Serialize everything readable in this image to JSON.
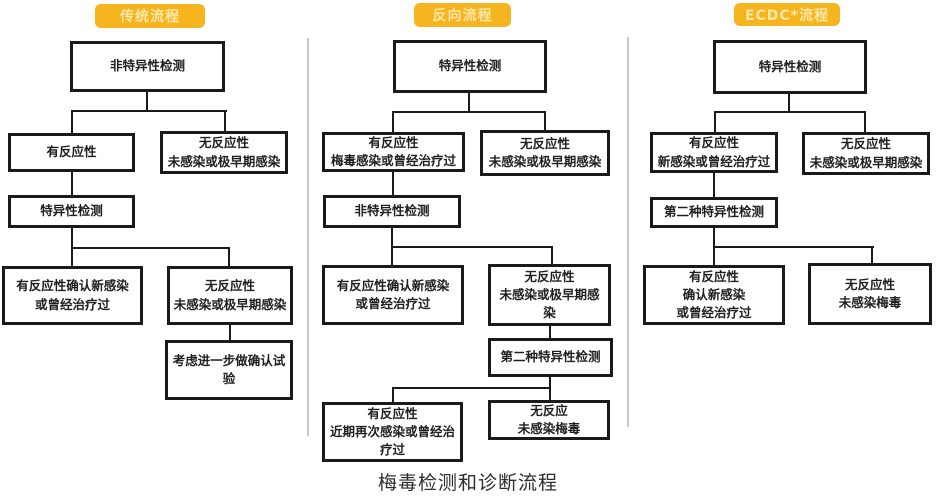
{
  "caption": "梅毒检测和诊断流程",
  "colors": {
    "badge_bg": "#F6B41F",
    "badge_text": "#FBE7A8",
    "box_border": "#1A1A1A",
    "connector": "#1A1A1A",
    "divider": "#C9C9C9",
    "background": "#FFFFFF",
    "caption_text": "#2D2D2D"
  },
  "columns": [
    {
      "header": "传统流程",
      "boxes": [
        {
          "name": "nonspecific-test",
          "text": "非特异性检测"
        },
        {
          "name": "reactive",
          "text": "有反应性"
        },
        {
          "name": "nonreactive-early",
          "text": "无反应性\n未感染或极早期感染"
        },
        {
          "name": "specific-test",
          "text": "特异性检测"
        },
        {
          "name": "reactive-confirm-new",
          "text": "有反应性确认新感染\n或曾经治疗过"
        },
        {
          "name": "nonreactive-early-2",
          "text": "无反应性\n未感染或极早期感染"
        },
        {
          "name": "consider-confirm-test",
          "text": "考虑进一步做确认试验"
        }
      ]
    },
    {
      "header": "反向流程",
      "boxes": [
        {
          "name": "specific-test",
          "text": "特异性检测"
        },
        {
          "name": "reactive-syphilis-or-treated",
          "text": "有反应性\n梅毒感染或曾经治疗过"
        },
        {
          "name": "nonreactive-early",
          "text": "无反应性\n未感染或极早期感染"
        },
        {
          "name": "nonspecific-test",
          "text": "非特异性检测"
        },
        {
          "name": "reactive-confirm-new",
          "text": "有反应性确认新感染\n或曾经治疗过"
        },
        {
          "name": "nonreactive-early-2",
          "text": "无反应性\n未感染或极早期感染"
        },
        {
          "name": "second-specific-test",
          "text": "第二种特异性检测"
        },
        {
          "name": "reactive-recent-reinfection",
          "text": "有反应性\n近期再次感染或曾经治疗过"
        },
        {
          "name": "nonreactive-no-syphilis",
          "text": "无反应\n未感染梅毒"
        }
      ]
    },
    {
      "header": "ECDC*流程",
      "boxes": [
        {
          "name": "specific-test",
          "text": "特异性检测"
        },
        {
          "name": "reactive-new-or-treated",
          "text": "有反应性\n新感染或曾经治疗过"
        },
        {
          "name": "nonreactive-early",
          "text": "无反应性\n未感染或极早期感染"
        },
        {
          "name": "second-specific-test",
          "text": "第二种特异性检测"
        },
        {
          "name": "reactive-confirm-new",
          "text": "有反应性\n确认新感染\n或曾经治疗过"
        },
        {
          "name": "nonreactive-no-syphilis",
          "text": "无反应性\n未感染梅毒"
        }
      ]
    }
  ]
}
